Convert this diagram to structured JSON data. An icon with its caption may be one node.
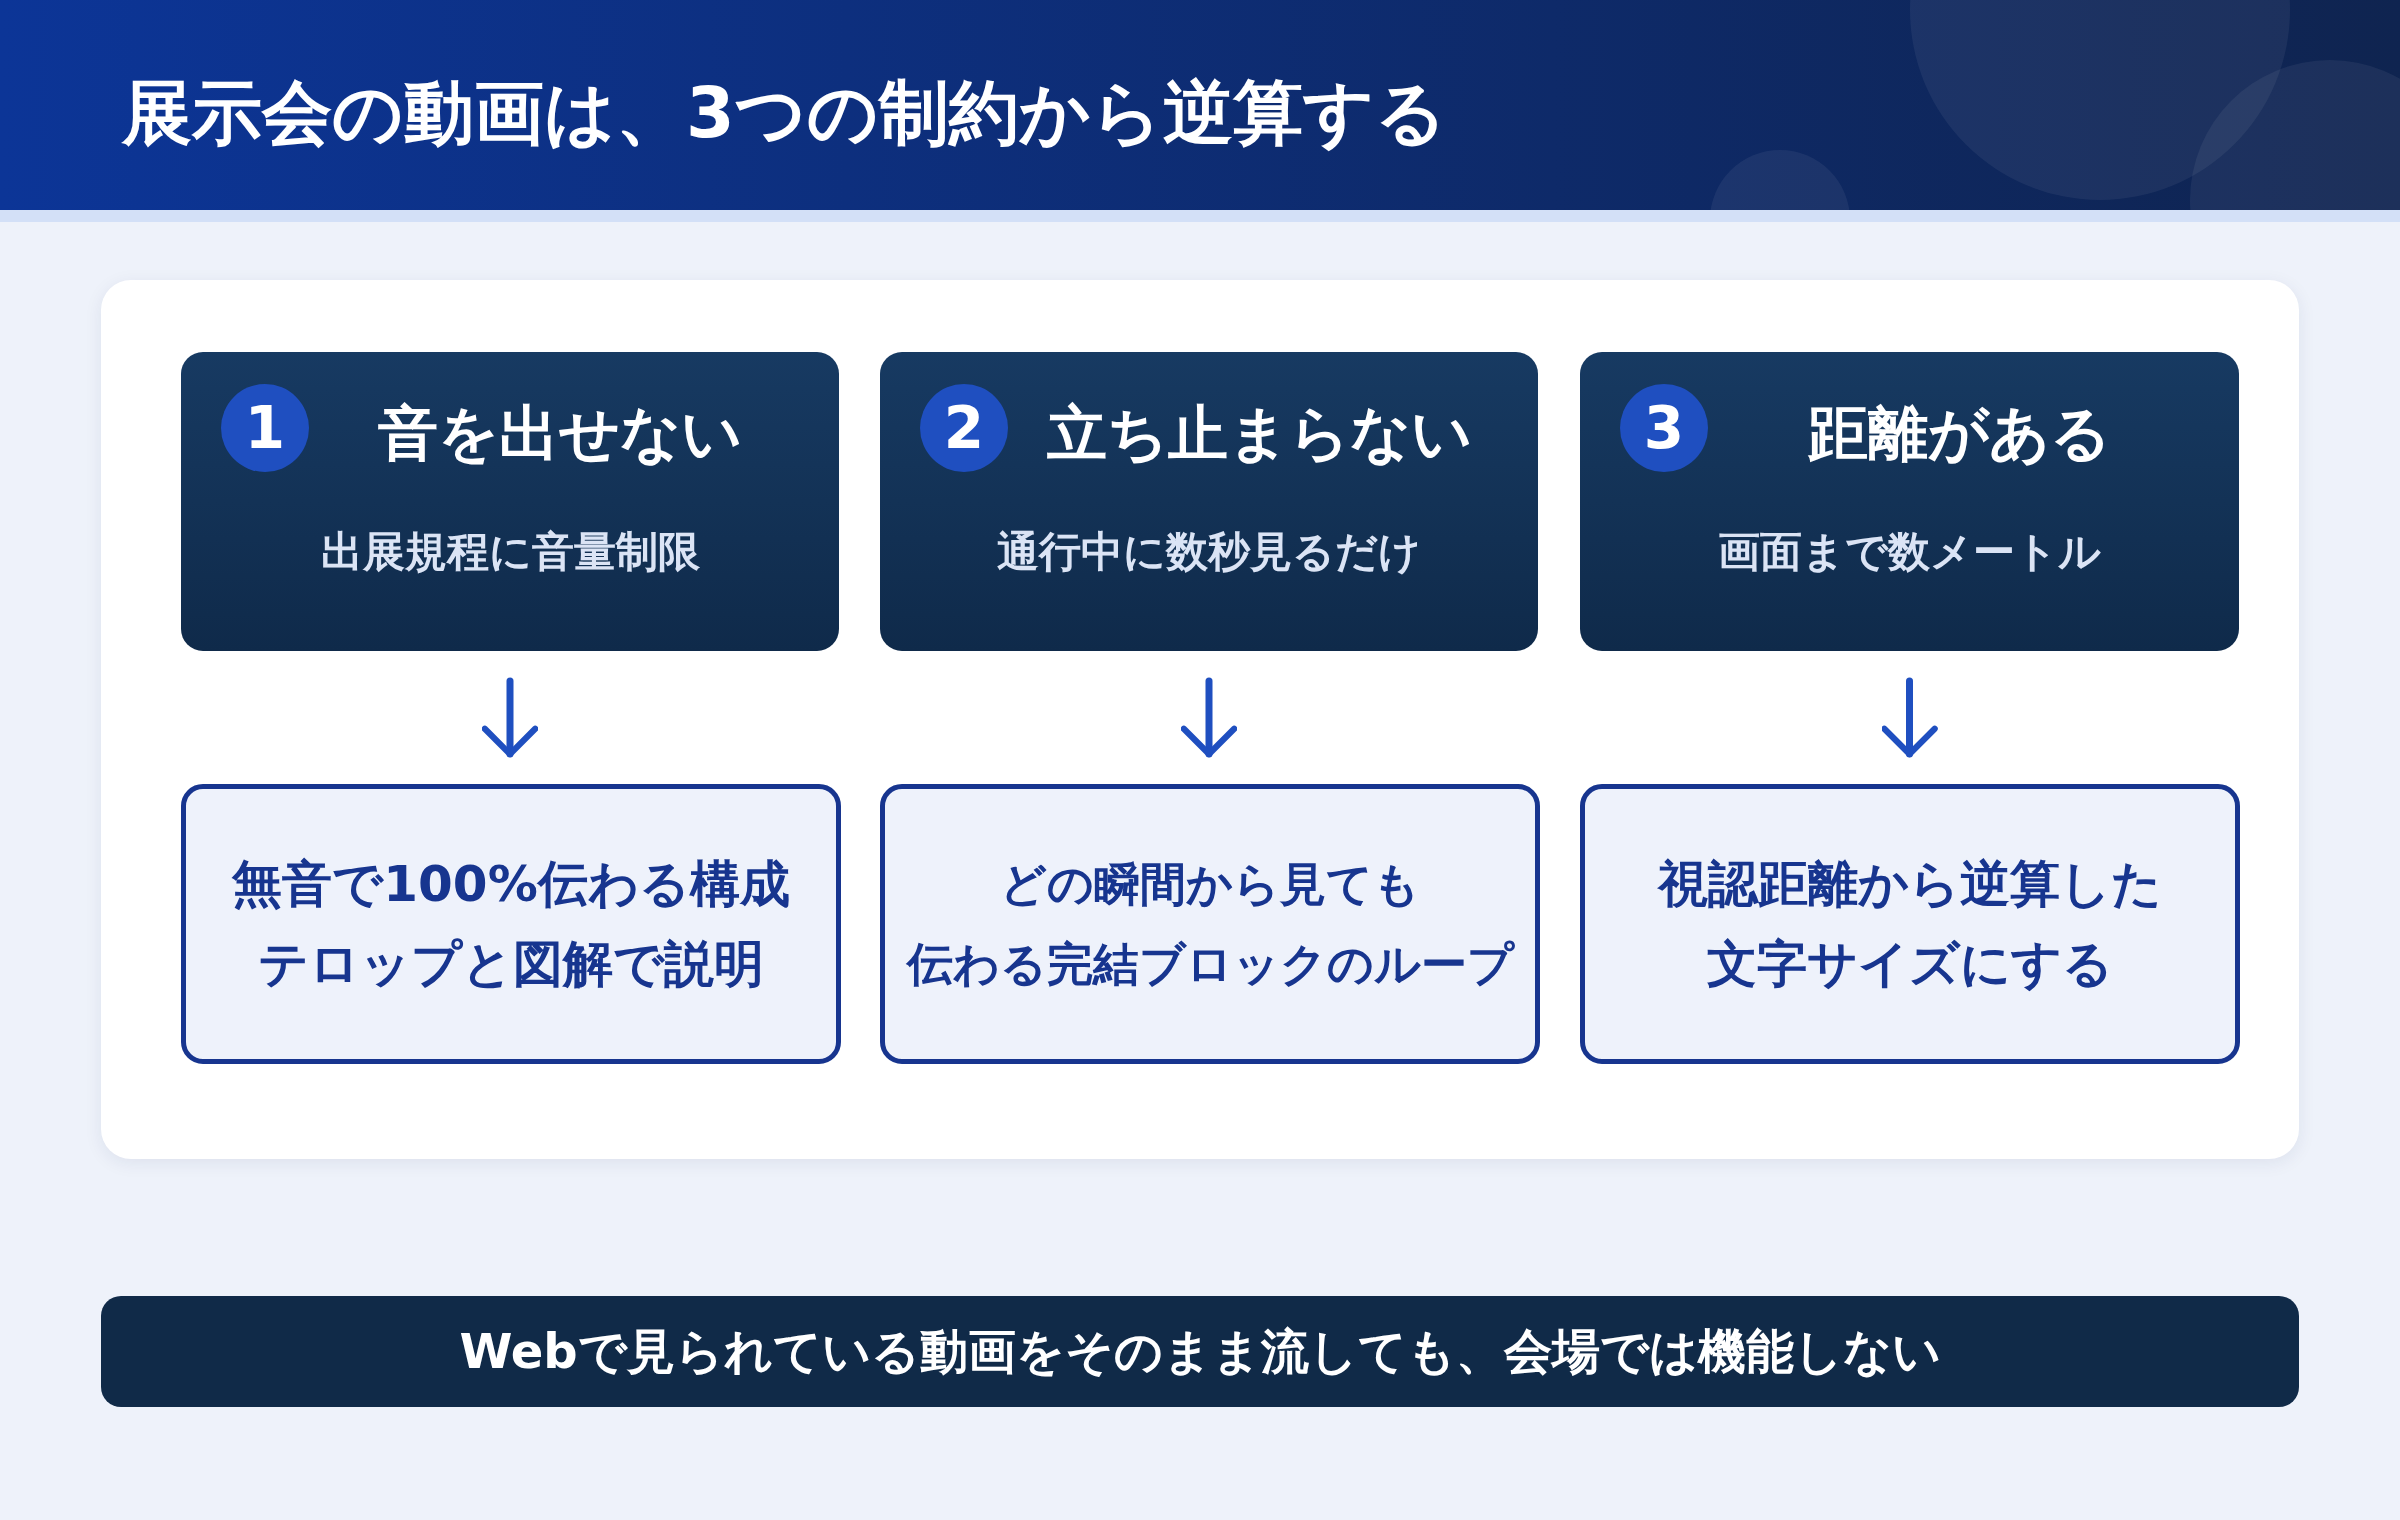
{
  "diagram": {
    "title": "展示会の動画は、3つの制約から逆算する",
    "nodes": [
      {
        "text": [
          "音を出せない",
          "出展規程に音量制限"
        ]
      },
      {
        "text": [
          "1"
        ],
        "in": 0
      },
      {
        "text": [
          "立ち止まらない",
          "通行中に数秒見るだけ"
        ]
      },
      {
        "text": [
          "2"
        ],
        "in": 2
      },
      {
        "text": [
          "距離がある",
          "画面まで数メートル"
        ]
      },
      {
        "text": [
          "3"
        ],
        "in": 4
      },
      {
        "text": [
          "無音で100%伝わる構成テロップと図解で説明"
        ]
      },
      {
        "text": [
          "どの瞬間から見ても伝わる完結ブロックのループ"
        ]
      },
      {
        "text": [
          "視認距離から逆算した文字サイズにする"
        ]
      },
      {
        "text": [
          "Webで見られている動画をそのまま流しても、会場では機能しない"
        ]
      }
    ],
    "edges": [
      {
        "from": 0,
        "to": 6,
        "arrow": "to"
      },
      {
        "from": 2,
        "to": 7,
        "arrow": "to"
      },
      {
        "from": 4,
        "to": 8,
        "arrow": "to"
      }
    ]
  }
}
